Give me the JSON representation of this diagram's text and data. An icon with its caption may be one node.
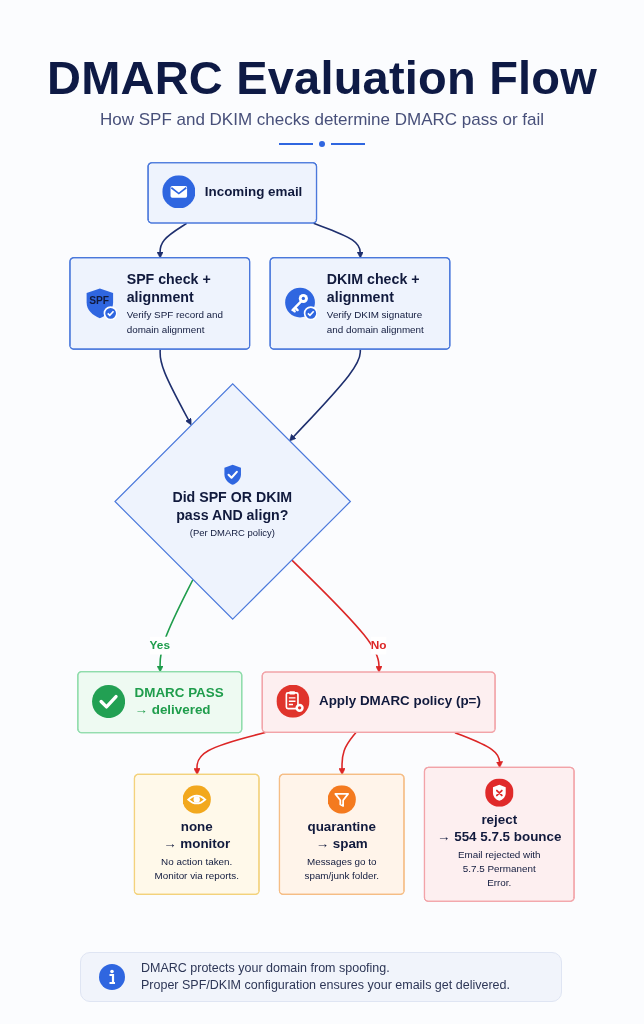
{
  "diagram": {
    "title": "DMARC Evaluation Flow",
    "nodes": [
      {
        "text": [
          "Incoming email"
        ]
      },
      {
        "text": [
          "SPF",
          "SPF check + alignment",
          "Verify SPF record and domain alignment"
        ]
      },
      {
        "text": [
          "DKIM check + alignment",
          "Verify DKIM signature and domain alignment"
        ]
      },
      {
        "text": [
          "Did SPF OR DKIM pass AND align?",
          "(Per DMARC policy)"
        ]
      },
      {
        "text": [
          "DMARC PASS → delivered"
        ]
      },
      {
        "text": [
          "Apply DMARC policy (p=)"
        ]
      },
      {
        "text": [
          "none",
          "→ monitor",
          "No action taken. Monitor via reports."
        ]
      },
      {
        "text": [
          "quarantine",
          "→ spam",
          "Messages go to spam/junk folder."
        ]
      },
      {
        "text": [
          "reject",
          "→ 554 5.7.5 bounce",
          "Email rejected with 5.7.5 Permanent Error."
        ]
      }
    ],
    "edges": [
      {
        "from": 0,
        "to": 1,
        "arrow": "to"
      },
      {
        "from": 0,
        "to": 2,
        "arrow": "to"
      },
      {
        "from": 1,
        "to": 3,
        "arrow": "to"
      },
      {
        "from": 2,
        "to": 3,
        "arrow": "to"
      },
      {
        "from": 3,
        "to": 4,
        "arrow": "to",
        "label": "Yes",
        "color": "#1f9d4c"
      },
      {
        "from": 3,
        "to": 5,
        "arrow": "to",
        "label": "No",
        "color": "#dc2626"
      },
      {
        "from": 5,
        "to": 6,
        "arrow": "to",
        "color": "#dc2626"
      },
      {
        "from": 5,
        "to": 7,
        "arrow": "to",
        "color": "#dc2626"
      },
      {
        "from": 5,
        "to": 8,
        "arrow": "to",
        "color": "#dc2626"
      }
    ],
    "labels": [
      "How SPF and DKIM checks determine DMARC pass or fail",
      "DMARC protects your domain from spoofing.",
      "Proper SPF/DKIM configuration ensures your emails get delivered."
    ]
  }
}
